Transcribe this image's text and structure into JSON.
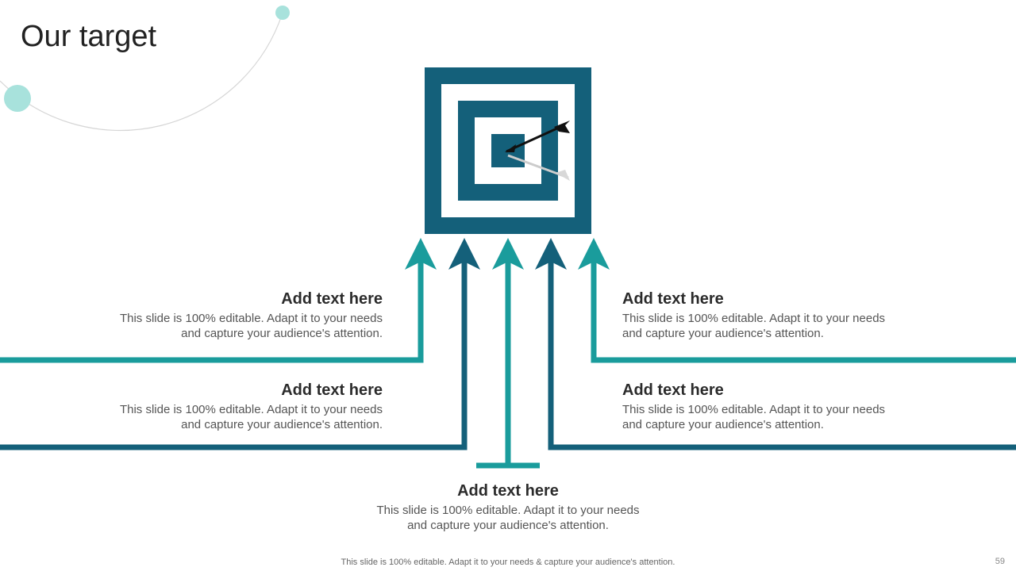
{
  "slide": {
    "title": "Our target",
    "page_number": "59",
    "footer": "This slide is 100% editable. Adapt it to your needs & capture your audience's attention."
  },
  "colors": {
    "teal": "#1a9c9c",
    "dark_teal": "#14607a",
    "circle_light": "#a8e2dc"
  },
  "icons": {
    "target": "target-icon",
    "dart": "dart-icon"
  },
  "blocks": [
    {
      "heading": "Add text here",
      "body": "This slide is 100% editable. Adapt it to your needs and capture your audience's attention."
    },
    {
      "heading": "Add text here",
      "body": "This slide is 100% editable. Adapt it to your needs and capture your audience's attention."
    },
    {
      "heading": "Add text here",
      "body": "This slide is 100% editable. Adapt it to your needs and capture your audience's attention."
    },
    {
      "heading": "Add text here",
      "body": "This slide is 100% editable. Adapt it to your needs and capture your audience's attention."
    },
    {
      "heading": "Add text here",
      "body": "This slide is 100% editable. Adapt it to your needs and capture your audience's attention."
    }
  ]
}
